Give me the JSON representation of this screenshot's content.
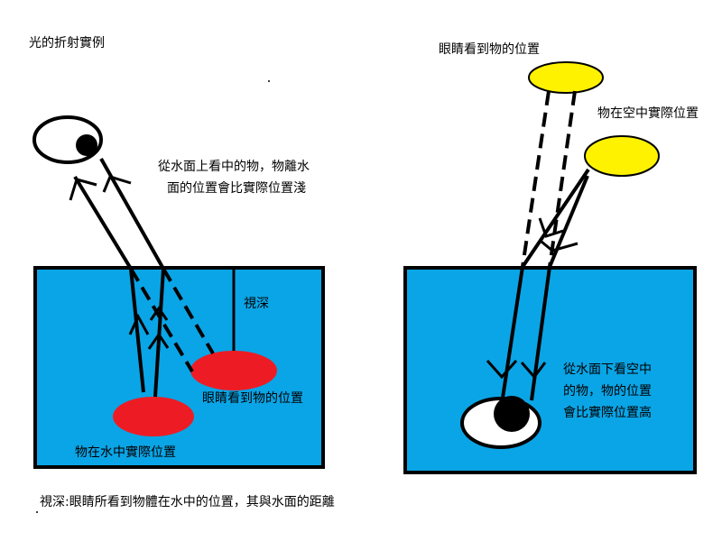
{
  "title": "光的折射實例",
  "left_panel": {
    "caption_lines": [
      "從水面上看中的物，物離水",
      "面的位置會比實際位置淺"
    ],
    "depth_label": "視深",
    "apparent_position_label": "眼睛看到物的位置",
    "actual_position_label": "物在水中實際位置"
  },
  "right_panel": {
    "apparent_position_label": "眼睛看到物的位置",
    "actual_position_label": "物在空中實際位置",
    "caption_lines": [
      "從水面下看空中",
      "的物，物的位置",
      "會比實際位置高"
    ]
  },
  "footnote": "視深:眼睛所看到物體在水中的位置，其與水面的距離",
  "colors": {
    "water": "#0aa5e6",
    "object_in_water": "#ed1c24",
    "object_in_air": "#fff200",
    "outline": "#000000",
    "pupil": "#000000",
    "eye_white": "#ffffff"
  }
}
